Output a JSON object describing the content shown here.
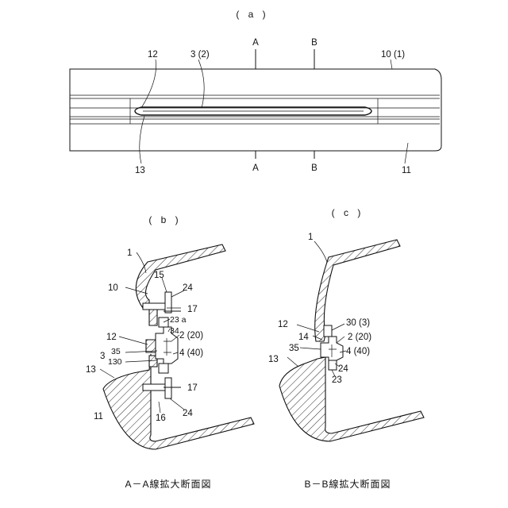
{
  "panels": {
    "a": "( a )",
    "b": "( b )",
    "c": "( c )"
  },
  "view_a": {
    "section_A_top": "A",
    "section_B_top": "B",
    "section_A_bottom": "A",
    "section_B_bottom": "B",
    "ref_12": "12",
    "ref_3_2": "3 (2)",
    "ref_10_1": "10 (1)",
    "ref_13": "13",
    "ref_11": "11"
  },
  "view_b": {
    "ref_1": "1",
    "ref_10": "10",
    "ref_15": "15",
    "ref_24_top": "24",
    "ref_17_top": "17",
    "ref_23a": "23 a",
    "ref_34": "34",
    "ref_2_20": "2 (20)",
    "ref_12": "12",
    "ref_3": "3",
    "ref_35": "35",
    "ref_130": "130",
    "ref_4_40": "4 (40)",
    "ref_13": "13",
    "ref_17_bottom": "17",
    "ref_11": "11",
    "ref_16": "16",
    "ref_24_bottom": "24",
    "caption": "A－A線拡大断面図"
  },
  "view_c": {
    "ref_1": "1",
    "ref_12": "12",
    "ref_14": "14",
    "ref_30_3": "30 (3)",
    "ref_2_20": "2 (20)",
    "ref_35": "35",
    "ref_4_40": "4 (40)",
    "ref_13": "13",
    "ref_24": "24",
    "ref_23": "23",
    "caption": "B－B線拡大断面図"
  }
}
